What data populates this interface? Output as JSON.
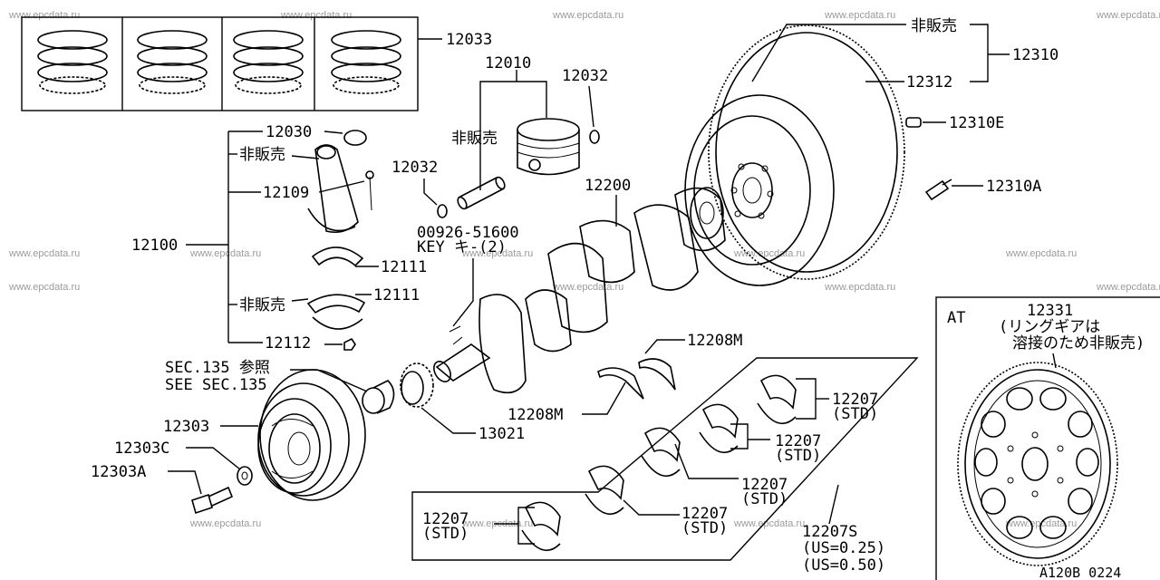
{
  "watermark": "www.epcdata.ru",
  "diagram_code": "A120B 0224",
  "callouts": {
    "c12033": "12033",
    "c12010": "12010",
    "c12032a": "12032",
    "c12032b": "12032",
    "c12030": "12030",
    "c_notsold1": "非販売",
    "c12109": "12109",
    "c12100": "12100",
    "c12111a": "12111",
    "c_notsold2": "非販売",
    "c12111b": "12111",
    "c12112": "12112",
    "c_notsold_pin": "非販売",
    "c00926": "00926-51600",
    "c_key": "KEY キ-(2)",
    "c12200": "12200",
    "c_notsold_top": "非販売",
    "c12310": "12310",
    "c12312": "12312",
    "c12310e": "12310E",
    "c12310a": "12310A",
    "c_sec135_jp": "SEC.135 参照",
    "c_sec135_en": "SEE SEC.135",
    "c12303": "12303",
    "c12303c": "12303C",
    "c12303a": "12303A",
    "c13021": "13021",
    "c12208m_a": "12208M",
    "c12208m_b": "12208M",
    "c12207_1": "12207",
    "c12207_1s": "(STD)",
    "c12207_2": "12207",
    "c12207_2s": "(STD)",
    "c12207_3": "12207",
    "c12207_3s": "(STD)",
    "c12207_4": "12207",
    "c12207_4s": "(STD)",
    "c12207_5": "12207",
    "c12207_5s": "(STD)",
    "c12207s": "12207S",
    "c_us025": "(US=0.25)",
    "c_us050": "(US=0.50)",
    "at_title": "AT",
    "at_part": "12331",
    "at_note1": "(リングギアは",
    "at_note2": "溶接のため非販売)"
  }
}
